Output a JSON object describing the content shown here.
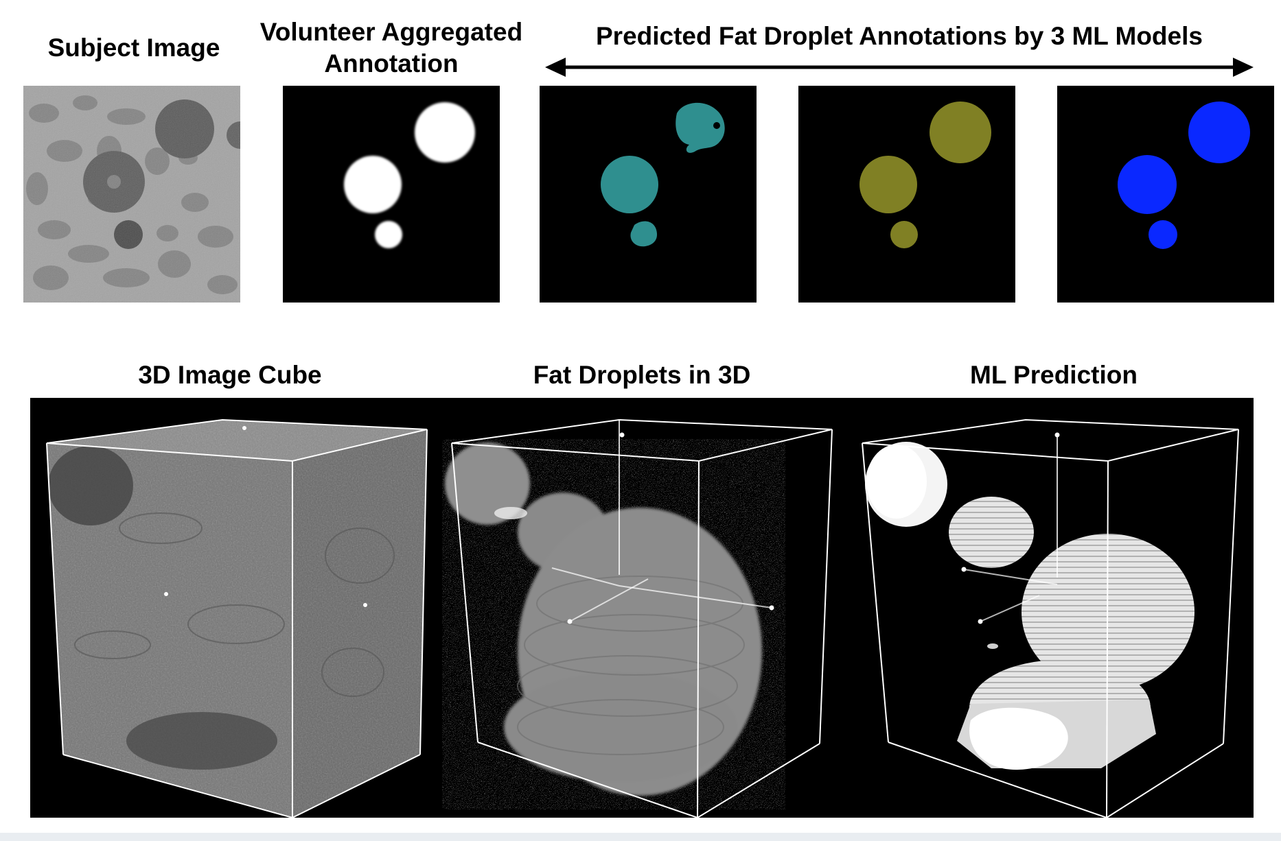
{
  "top_row": {
    "subject_label": "Subject Image",
    "volunteer_label_line1": "Volunteer Aggregated",
    "volunteer_label_line2": "Annotation",
    "predicted_label": "Predicted Fat Droplet Annotations by 3 ML Models",
    "model_colors": [
      "#2f8f8f",
      "#808024",
      "#0a28ff"
    ]
  },
  "bottom_row": {
    "cube_label": "3D Image Cube",
    "droplets_label": "Fat Droplets in 3D",
    "prediction_label": "ML Prediction"
  }
}
